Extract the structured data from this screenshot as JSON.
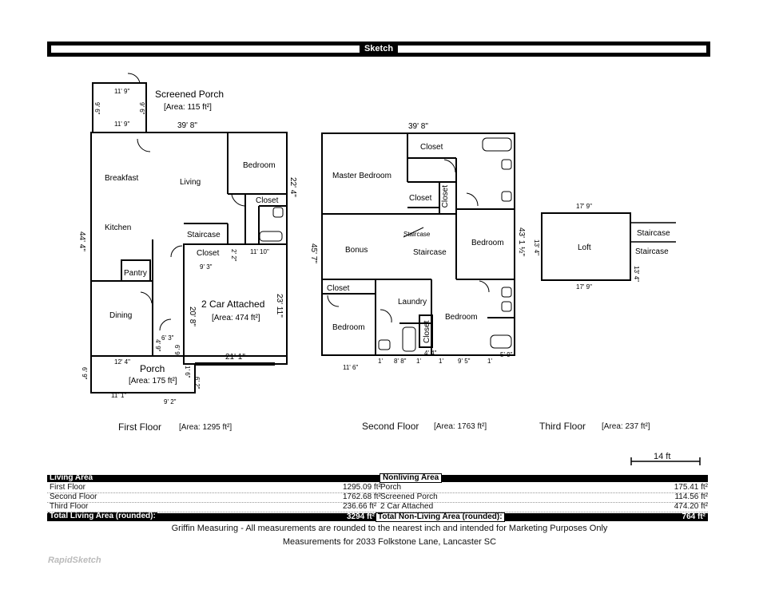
{
  "header": {
    "title": "Sketch"
  },
  "first_floor": {
    "dims": {
      "top_width": "39' 8\"",
      "left_height": "44' 4\"",
      "right_height": "22' 4\"",
      "porch_w1": "11' 9\"",
      "porch_w2": "11' 9\"",
      "porch_h1": "9' 6\"",
      "porch_h2": "9' 6\"",
      "closet_w": "9' 3\"",
      "closet_h": "2' 2\"",
      "bed_w": "11' 10\"",
      "garage_w": "21' 1\"",
      "garage_h1": "20' 8\"",
      "garage_h2": "23' 11\"",
      "p_h1": "4' 9\"",
      "p_w1": "6' 3\"",
      "p_h2": "6' 9\"",
      "porch_w": "12' 4\"",
      "porch_h": "6' 9\"",
      "porch_b1": "11' 1\"",
      "porch_b2": "9' 2\"",
      "porch_r1": "1' 6\"",
      "porch_r2": "6' 2\""
    },
    "rooms": {
      "screened_porch": "Screened Porch",
      "screened_porch_area": "[Area: 115 ft²]",
      "breakfast": "Breakfast",
      "living": "Living",
      "bedroom": "Bedroom",
      "closet1": "Closet",
      "kitchen": "Kitchen",
      "staircase": "Staircase",
      "closet2": "Closet",
      "pantry": "Pantry",
      "garage": "2 Car Attached",
      "garage_area": "[Area: 474 ft²]",
      "dining": "Dining",
      "porch": "Porch",
      "porch_area": "[Area: 175 ft²]"
    }
  },
  "second_floor": {
    "dims": {
      "top_width": "39' 8\"",
      "left_height": "45' 7\"",
      "right_height": "43' 1 ½\"",
      "b1": "11' 6\"",
      "b2": "8' 8\"",
      "b3": "4' 4\"",
      "b4": "9' 5\"",
      "b5": "5' 9\"",
      "s1": "1'",
      "s2": "1'",
      "s3": "1'",
      "s4": "1'"
    },
    "rooms": {
      "master": "Master Bedroom",
      "closet1": "Closet",
      "closet2": "Closet",
      "closet3": "Closet",
      "bonus": "Bonus",
      "staircase1": "Staircase",
      "staircase2": "Staircase",
      "bedroom1": "Bedroom",
      "closet4": "Closet",
      "laundry": "Laundry",
      "bedroom2": "Bedroom",
      "bedroom3": "Bedroom",
      "closet5": "Closet"
    }
  },
  "third_floor": {
    "dims": {
      "top": "17' 9\"",
      "bottom": "17' 9\"",
      "left": "13' 4\"",
      "right": "13' 4\""
    },
    "rooms": {
      "loft": "Loft",
      "staircase1": "Staircase",
      "staircase2": "Staircase"
    }
  },
  "floor_titles": [
    {
      "name": "First Floor",
      "area": "[Area: 1295 ft²]"
    },
    {
      "name": "Second Floor",
      "area": "[Area: 1763 ft²]"
    },
    {
      "name": "Third Floor",
      "area": "[Area: 237 ft²]"
    }
  ],
  "scale": {
    "label": "14 ft"
  },
  "area_table": {
    "living_header": "Living Area",
    "nonliving_header": "Nonliving Area",
    "rows": [
      {
        "living_name": "First Floor",
        "living_value": "1295.09 ft²",
        "nonliving_name": "Porch",
        "nonliving_value": "175.41 ft²"
      },
      {
        "living_name": "Second Floor",
        "living_value": "1762.68 ft²",
        "nonliving_name": "Screened Porch",
        "nonliving_value": "114.56 ft²"
      },
      {
        "living_name": "Third Floor",
        "living_value": "236.66 ft²",
        "nonliving_name": "2 Car Attached",
        "nonliving_value": "474.20 ft²"
      }
    ],
    "total_living_label": "Total Living Area (rounded):",
    "total_living_value": "3294 ft²",
    "total_nonliving_label": "Total Non-Living Area (rounded):",
    "total_nonliving_value": "764 ft²"
  },
  "footer": {
    "line1": "Griffin Measuring - All measurements are rounded to the nearest inch and intended for Marketing Purposes Only",
    "line2": "Measurements for 2033 Folkstone Lane, Lancaster SC",
    "logo": "RapidSketch"
  }
}
